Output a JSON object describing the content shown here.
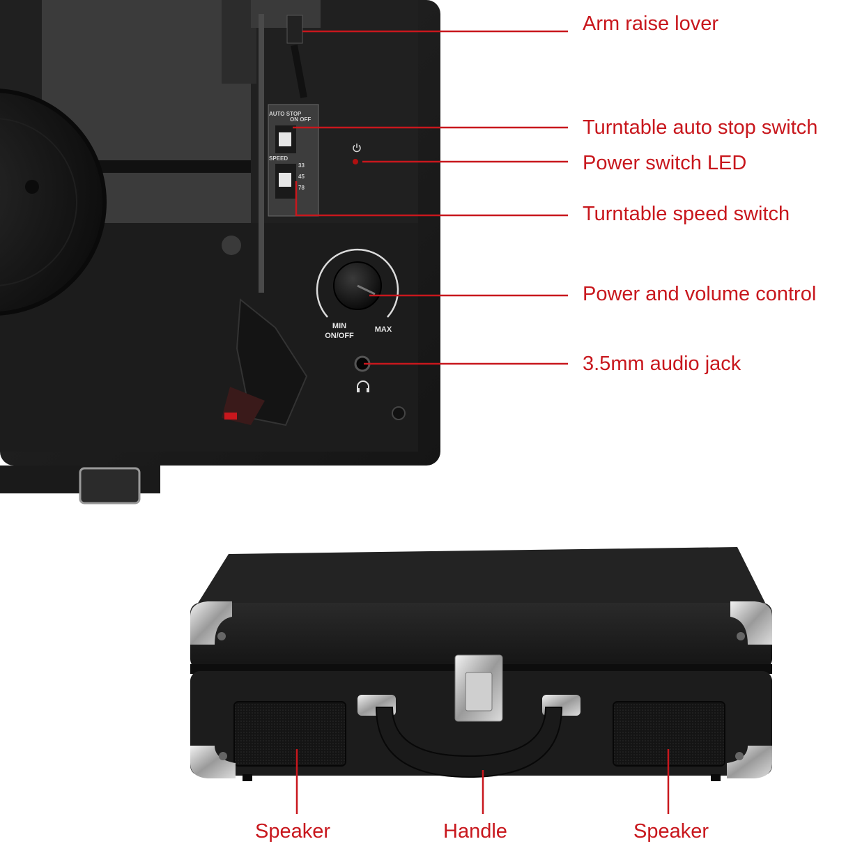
{
  "colors": {
    "callout": "#c8171d",
    "leather_dark": "#1b1b1b",
    "panel": "#222222",
    "chrome": "#c9c9c9"
  },
  "top_callouts": [
    {
      "id": "arm-raise-lever",
      "label": "Arm raise lover"
    },
    {
      "id": "auto-stop-switch",
      "label": "Turntable auto stop switch"
    },
    {
      "id": "power-led",
      "label": "Power switch LED"
    },
    {
      "id": "speed-switch",
      "label": "Turntable speed switch"
    },
    {
      "id": "volume-control",
      "label": "Power and volume control"
    },
    {
      "id": "audio-jack",
      "label": "3.5mm audio jack"
    }
  ],
  "bottom_callouts": [
    {
      "id": "speaker-left",
      "label": "Speaker"
    },
    {
      "id": "handle",
      "label": "Handle"
    },
    {
      "id": "speaker-right",
      "label": "Speaker"
    }
  ],
  "panel_labels": {
    "knob_min": "MIN",
    "knob_onoff": "ON/OFF",
    "knob_max": "MAX",
    "auto_stop_title": "AUTO STOP",
    "auto_stop_options": "ON OFF",
    "speed_title": "SPEED",
    "speed_33": "33",
    "speed_45": "45",
    "speed_78": "78"
  },
  "icons": {
    "power": "power-icon",
    "headphones": "headphones-icon"
  }
}
